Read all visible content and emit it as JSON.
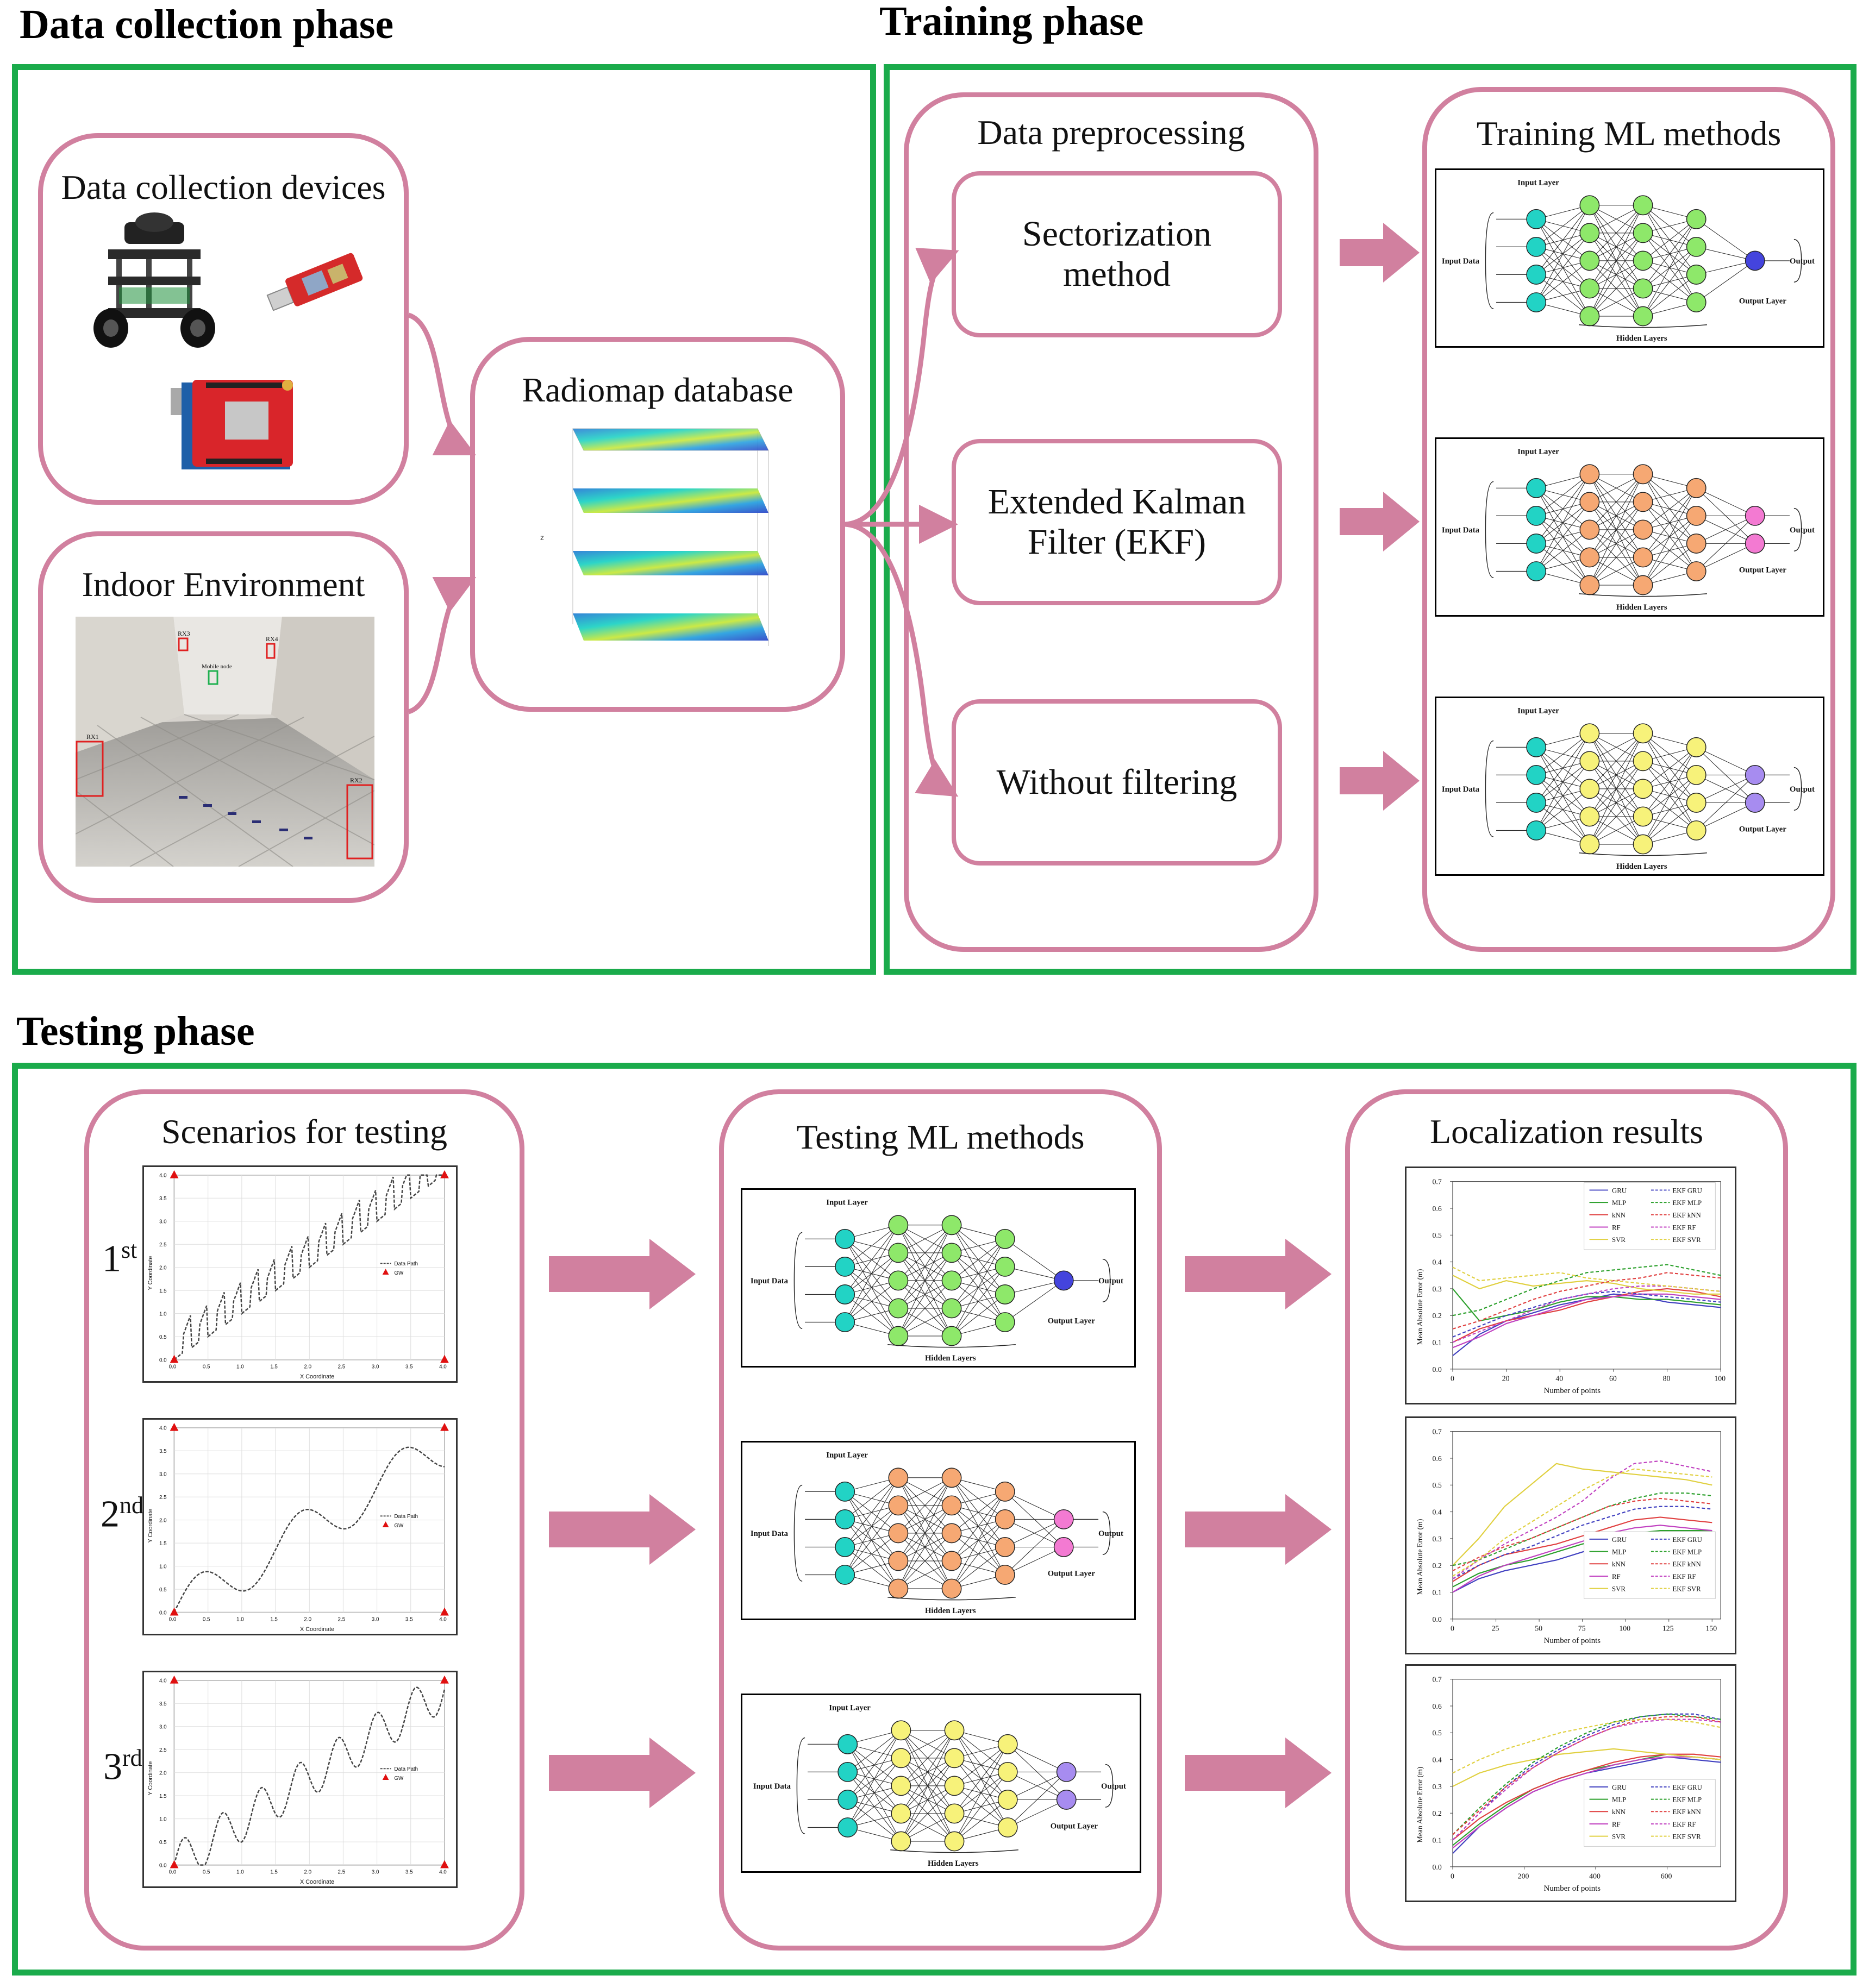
{
  "phases": {
    "data_collection": "Data collection phase",
    "training": "Training phase",
    "testing": "Testing phase"
  },
  "data_collection": {
    "devices_title": "Data collection devices",
    "indoor_title": "Indoor Environment",
    "indoor_labels": [
      "RX3",
      "RX4",
      "Mobile node",
      "RX1",
      "RX2"
    ],
    "radiomap_title": "Radiomap database",
    "radiomap_axis_z": "z"
  },
  "training": {
    "preprocessing_title": "Data preprocessing",
    "steps": [
      "Sectorization\nmethod",
      "Extended Kalman\nFilter (EKF)",
      "Without filtering"
    ],
    "ml_title": "Training ML methods"
  },
  "testing": {
    "scenarios_title": "Scenarios for testing",
    "ordinals": [
      {
        "num": "1",
        "sup": "st"
      },
      {
        "num": "2",
        "sup": "nd"
      },
      {
        "num": "3",
        "sup": "rd"
      }
    ],
    "ml_title": "Testing ML methods",
    "results_title": "Localization results"
  },
  "nn_labels": {
    "input_layer": "Input Layer",
    "input_data": "Input Data",
    "hidden_layers": "Hidden Layers",
    "output": "Output",
    "output_layer": "Output Layer"
  },
  "nn_variants": [
    {
      "hidden_color": "#8ee86a",
      "input_color": "#22d3c5",
      "output_color": "#4444dd",
      "outputs": 1
    },
    {
      "hidden_color": "#f6a873",
      "input_color": "#22d3c5",
      "output_color": "#f37ad2",
      "outputs": 2
    },
    {
      "hidden_color": "#f7f27a",
      "input_color": "#22d3c5",
      "output_color": "#a78cf0",
      "outputs": 2
    }
  ],
  "scenario_plot": {
    "x_label": "X Coordinate",
    "y_label": "Y Coordinate",
    "x_ticks": [
      "0.0",
      "0.5",
      "1.0",
      "1.5",
      "2.0",
      "2.5",
      "3.0",
      "3.5",
      "4.0"
    ],
    "y_ticks": [
      "0.0",
      "0.5",
      "1.0",
      "1.5",
      "2.0",
      "2.5",
      "3.0",
      "3.5",
      "4.0"
    ],
    "legend": [
      "Data Path",
      "GW"
    ]
  },
  "results_plot": {
    "y_label": "Mean Absolute Error (m)",
    "x_label": "Number of points",
    "y_ticks": [
      "0.0",
      "0.1",
      "0.2",
      "0.3",
      "0.4",
      "0.5",
      "0.6",
      "0.7"
    ],
    "x_ticks_sets": [
      [
        "0",
        "20",
        "40",
        "60",
        "80",
        "100"
      ],
      [
        "0",
        "25",
        "50",
        "75",
        "100",
        "125",
        "150"
      ],
      [
        "0",
        "200",
        "400",
        "600"
      ]
    ],
    "legend_left": [
      "GRU",
      "MLP",
      "kNN",
      "RF",
      "SVR"
    ],
    "legend_right": [
      "EKF GRU",
      "EKF MLP",
      "EKF kNN",
      "EKF RF",
      "EKF SVR"
    ]
  },
  "colors": {
    "phase_border": "#1aab4b",
    "box_border": "#d1809f",
    "arrow": "#d1809f"
  },
  "chart_data": [
    {
      "type": "line",
      "xlabel": "Number of points",
      "ylabel": "Mean Absolute Error (m)",
      "xlim": [
        0,
        100
      ],
      "ylim": [
        0,
        0.7
      ],
      "x": [
        0,
        10,
        20,
        30,
        40,
        50,
        60,
        70,
        80,
        90,
        100
      ],
      "series": [
        {
          "name": "GRU",
          "color": "#4040c0",
          "dash": false,
          "values": [
            0.05,
            0.13,
            0.18,
            0.21,
            0.24,
            0.26,
            0.28,
            0.27,
            0.25,
            0.24,
            0.23
          ]
        },
        {
          "name": "MLP",
          "color": "#2ca02c",
          "dash": false,
          "values": [
            0.3,
            0.18,
            0.2,
            0.22,
            0.25,
            0.27,
            0.27,
            0.26,
            0.26,
            0.25,
            0.24
          ]
        },
        {
          "name": "kNN",
          "color": "#e04040",
          "dash": false,
          "values": [
            0.1,
            0.15,
            0.18,
            0.2,
            0.22,
            0.25,
            0.27,
            0.29,
            0.3,
            0.29,
            0.27
          ]
        },
        {
          "name": "RF",
          "color": "#c040c0",
          "dash": false,
          "values": [
            0.08,
            0.12,
            0.17,
            0.2,
            0.23,
            0.26,
            0.27,
            0.28,
            0.28,
            0.27,
            0.26
          ]
        },
        {
          "name": "SVR",
          "color": "#e0d040",
          "dash": false,
          "values": [
            0.35,
            0.3,
            0.33,
            0.31,
            0.32,
            0.33,
            0.32,
            0.3,
            0.29,
            0.28,
            0.28
          ]
        },
        {
          "name": "EKF GRU",
          "color": "#4040c0",
          "dash": true,
          "values": [
            0.12,
            0.16,
            0.2,
            0.23,
            0.26,
            0.28,
            0.29,
            0.28,
            0.27,
            0.26,
            0.25
          ]
        },
        {
          "name": "EKF MLP",
          "color": "#2ca02c",
          "dash": true,
          "values": [
            0.2,
            0.22,
            0.26,
            0.3,
            0.33,
            0.36,
            0.37,
            0.38,
            0.39,
            0.37,
            0.35
          ]
        },
        {
          "name": "EKF kNN",
          "color": "#e04040",
          "dash": true,
          "values": [
            0.15,
            0.18,
            0.22,
            0.26,
            0.29,
            0.31,
            0.33,
            0.34,
            0.36,
            0.35,
            0.34
          ]
        },
        {
          "name": "EKF RF",
          "color": "#c040c0",
          "dash": true,
          "values": [
            0.1,
            0.14,
            0.18,
            0.22,
            0.26,
            0.28,
            0.3,
            0.31,
            0.31,
            0.3,
            0.29
          ]
        },
        {
          "name": "EKF SVR",
          "color": "#e0d040",
          "dash": true,
          "values": [
            0.38,
            0.33,
            0.34,
            0.35,
            0.36,
            0.34,
            0.33,
            0.32,
            0.31,
            0.3,
            0.29
          ]
        }
      ]
    },
    {
      "type": "line",
      "xlabel": "Number of points",
      "ylabel": "Mean Absolute Error (m)",
      "xlim": [
        0,
        155
      ],
      "ylim": [
        0,
        0.7
      ],
      "x": [
        0,
        15,
        30,
        45,
        60,
        75,
        90,
        105,
        120,
        135,
        150
      ],
      "series": [
        {
          "name": "GRU",
          "color": "#4040c0",
          "dash": false,
          "values": [
            0.1,
            0.15,
            0.18,
            0.2,
            0.22,
            0.25,
            0.28,
            0.3,
            0.31,
            0.31,
            0.3
          ]
        },
        {
          "name": "MLP",
          "color": "#2ca02c",
          "dash": false,
          "values": [
            0.12,
            0.17,
            0.2,
            0.22,
            0.25,
            0.28,
            0.3,
            0.32,
            0.33,
            0.33,
            0.33
          ]
        },
        {
          "name": "kNN",
          "color": "#e04040",
          "dash": false,
          "values": [
            0.14,
            0.2,
            0.24,
            0.26,
            0.28,
            0.31,
            0.34,
            0.37,
            0.38,
            0.37,
            0.36
          ]
        },
        {
          "name": "RF",
          "color": "#c040c0",
          "dash": false,
          "values": [
            0.1,
            0.16,
            0.2,
            0.23,
            0.26,
            0.29,
            0.32,
            0.34,
            0.35,
            0.34,
            0.33
          ]
        },
        {
          "name": "SVR",
          "color": "#e0d040",
          "dash": false,
          "values": [
            0.2,
            0.3,
            0.42,
            0.5,
            0.58,
            0.56,
            0.55,
            0.54,
            0.53,
            0.52,
            0.5
          ]
        },
        {
          "name": "EKF GRU",
          "color": "#4040c0",
          "dash": true,
          "values": [
            0.15,
            0.2,
            0.24,
            0.27,
            0.31,
            0.35,
            0.38,
            0.41,
            0.42,
            0.42,
            0.41
          ]
        },
        {
          "name": "EKF MLP",
          "color": "#2ca02c",
          "dash": true,
          "values": [
            0.2,
            0.22,
            0.26,
            0.3,
            0.34,
            0.38,
            0.42,
            0.45,
            0.47,
            0.47,
            0.46
          ]
        },
        {
          "name": "EKF kNN",
          "color": "#e04040",
          "dash": true,
          "values": [
            0.18,
            0.23,
            0.27,
            0.3,
            0.34,
            0.38,
            0.42,
            0.44,
            0.45,
            0.44,
            0.43
          ]
        },
        {
          "name": "EKF RF",
          "color": "#c040c0",
          "dash": true,
          "values": [
            0.15,
            0.22,
            0.28,
            0.33,
            0.38,
            0.44,
            0.52,
            0.58,
            0.59,
            0.57,
            0.55
          ]
        },
        {
          "name": "EKF SVR",
          "color": "#e0d040",
          "dash": true,
          "values": [
            0.16,
            0.22,
            0.3,
            0.36,
            0.42,
            0.48,
            0.53,
            0.56,
            0.55,
            0.54,
            0.53
          ]
        }
      ]
    },
    {
      "type": "line",
      "xlabel": "Number of points",
      "ylabel": "Mean Absolute Error (m)",
      "xlim": [
        0,
        750
      ],
      "ylim": [
        0,
        0.7
      ],
      "x": [
        0,
        75,
        150,
        225,
        300,
        375,
        450,
        525,
        600,
        675,
        750
      ],
      "series": [
        {
          "name": "GRU",
          "color": "#4040c0",
          "dash": false,
          "values": [
            0.05,
            0.15,
            0.22,
            0.28,
            0.32,
            0.35,
            0.37,
            0.39,
            0.41,
            0.4,
            0.39
          ]
        },
        {
          "name": "MLP",
          "color": "#2ca02c",
          "dash": false,
          "values": [
            0.08,
            0.16,
            0.23,
            0.29,
            0.33,
            0.36,
            0.38,
            0.4,
            0.42,
            0.41,
            0.4
          ]
        },
        {
          "name": "kNN",
          "color": "#e04040",
          "dash": false,
          "values": [
            0.1,
            0.18,
            0.24,
            0.29,
            0.33,
            0.36,
            0.39,
            0.41,
            0.42,
            0.42,
            0.41
          ]
        },
        {
          "name": "RF",
          "color": "#c040c0",
          "dash": false,
          "values": [
            0.07,
            0.15,
            0.22,
            0.28,
            0.32,
            0.35,
            0.38,
            0.4,
            0.41,
            0.41,
            0.4
          ]
        },
        {
          "name": "SVR",
          "color": "#e0d040",
          "dash": false,
          "values": [
            0.3,
            0.35,
            0.38,
            0.4,
            0.42,
            0.43,
            0.44,
            0.43,
            0.42,
            0.41,
            0.4
          ]
        },
        {
          "name": "EKF GRU",
          "color": "#4040c0",
          "dash": true,
          "values": [
            0.1,
            0.2,
            0.3,
            0.38,
            0.44,
            0.49,
            0.53,
            0.56,
            0.57,
            0.57,
            0.55
          ]
        },
        {
          "name": "EKF MLP",
          "color": "#2ca02c",
          "dash": true,
          "values": [
            0.12,
            0.22,
            0.31,
            0.39,
            0.45,
            0.5,
            0.54,
            0.56,
            0.57,
            0.56,
            0.55
          ]
        },
        {
          "name": "EKF kNN",
          "color": "#e04040",
          "dash": true,
          "values": [
            0.12,
            0.21,
            0.3,
            0.37,
            0.43,
            0.48,
            0.52,
            0.55,
            0.56,
            0.56,
            0.54
          ]
        },
        {
          "name": "EKF RF",
          "color": "#c040c0",
          "dash": true,
          "values": [
            0.1,
            0.2,
            0.29,
            0.37,
            0.43,
            0.48,
            0.52,
            0.54,
            0.55,
            0.55,
            0.54
          ]
        },
        {
          "name": "EKF SVR",
          "color": "#e0d040",
          "dash": true,
          "values": [
            0.35,
            0.4,
            0.44,
            0.47,
            0.5,
            0.52,
            0.54,
            0.55,
            0.55,
            0.54,
            0.52
          ]
        }
      ]
    }
  ]
}
